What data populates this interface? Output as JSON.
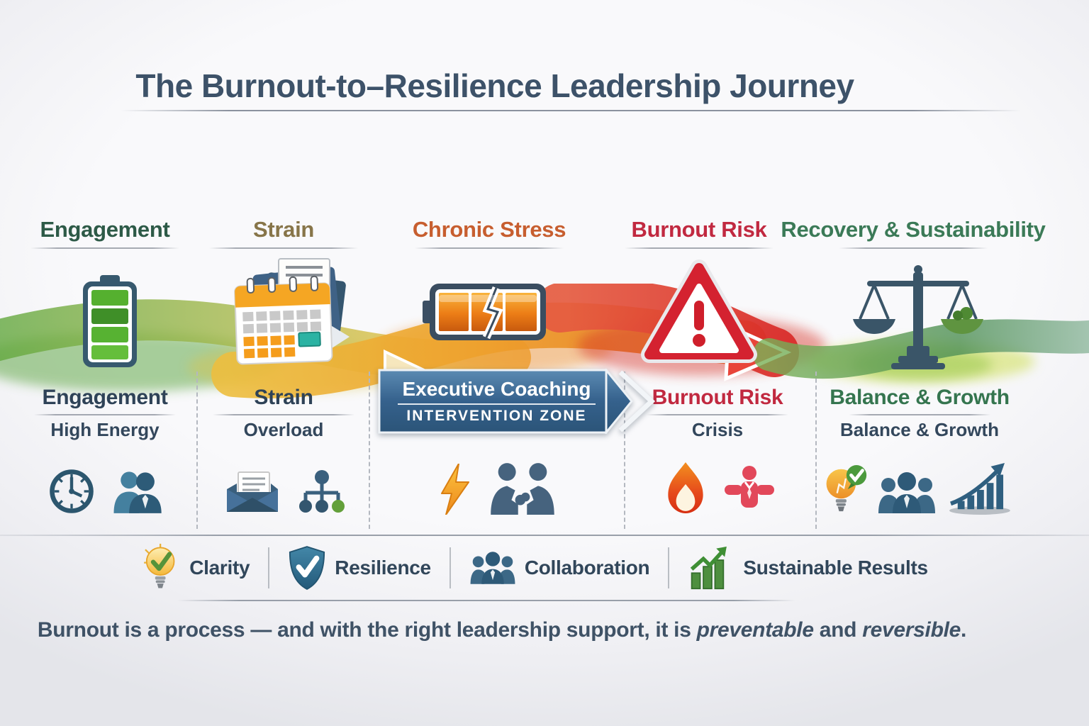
{
  "title": "The Burnout-to–Resilience Leadership Journey",
  "colors": {
    "title": "#3d5269",
    "engagement_green": "#2d5a47",
    "strain_olive": "#877549",
    "chronic_orange": "#c75e2f",
    "burnout_red": "#c12940",
    "recovery_green": "#3b7a57",
    "banner_blue": "#35618c",
    "wave_green": "#57a23b",
    "wave_orange": "#ee9f2b",
    "wave_red": "#d92a28"
  },
  "stages": [
    {
      "header": "Engagement",
      "label": "Engagement",
      "sublabel": "High Energy",
      "main_icon": "full-battery-icon",
      "icons": [
        "clock-icon",
        "team-icon"
      ]
    },
    {
      "header": "Strain",
      "label": "Strain",
      "sublabel": "Overload",
      "main_icon": "calendar-overload-icon",
      "icons": [
        "inbox-letter-icon",
        "org-chart-icon"
      ]
    },
    {
      "header": "Chronic Stress",
      "main_icon": "broken-battery-icon",
      "icons": [
        "lightning-icon",
        "conflict-icon"
      ]
    },
    {
      "header": "Burnout Risk",
      "label": "Burnout Risk",
      "sublabel": "Crisis",
      "main_icon": "warning-triangle-icon",
      "icons": [
        "flame-icon",
        "stressed-person-icon"
      ]
    },
    {
      "header": "Recovery & Sustainability",
      "label": "Balance & Growth",
      "sublabel": "Balance & Growth",
      "main_icon": "balance-scale-icon",
      "icons": [
        "idea-check-icon",
        "people-trio-icon",
        "growth-chart-icon"
      ]
    }
  ],
  "banner": {
    "title": "Executive Coaching",
    "subtitle": "INTERVENTION ZONE"
  },
  "legend": [
    {
      "icon": "lightbulb-check-icon",
      "label": "Clarity"
    },
    {
      "icon": "shield-check-icon",
      "label": "Resilience"
    },
    {
      "icon": "people-group-icon",
      "label": "Collaboration"
    },
    {
      "icon": "green-growth-icon",
      "label": "Sustainable Results"
    }
  ],
  "tagline": {
    "prefix": "Burnout is a process — and with the right leadership support, it is ",
    "em1": "preventable",
    "middle": " and ",
    "em2": "reversible",
    "suffix": "."
  }
}
